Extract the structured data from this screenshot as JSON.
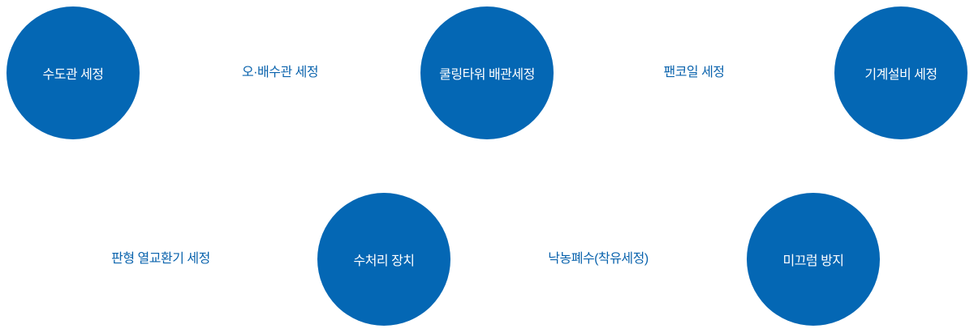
{
  "accent_color": "#0467b4",
  "row1": {
    "circles": [
      "수도관 세정",
      "쿨링타워 배관세정",
      "기계설비 세정"
    ],
    "labels": [
      "오·배수관 세정",
      "팬코일 세정"
    ]
  },
  "row2": {
    "circles": [
      "수처리 장치",
      "미끄럼 방지"
    ],
    "labels": [
      "판형 열교환기 세정",
      "낙농폐수(착유세정)"
    ]
  }
}
